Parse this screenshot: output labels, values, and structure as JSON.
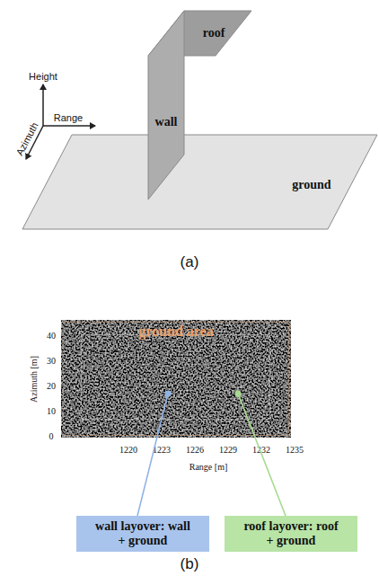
{
  "diagram": {
    "nodes": [
      {
        "text": [
          "roof"
        ]
      },
      {
        "text": [
          "wall"
        ]
      },
      {
        "text": [
          "ground"
        ]
      },
      {
        "text": [
          "ground area"
        ]
      },
      {
        "text": [
          "wall layover: wall + ground"
        ]
      },
      {
        "text": [
          "roof layover: roof + ground"
        ]
      }
    ],
    "edges": [
      {
        "from": 3,
        "to": 4,
        "arrow": "none"
      },
      {
        "from": 3,
        "to": 5,
        "arrow": "none"
      }
    ],
    "labels": [
      "Height",
      "Range",
      "Azimuth",
      "(a)",
      "40",
      "30",
      "20",
      "10",
      "0",
      "Azimuth [m]",
      "1220",
      "1223",
      "1226",
      "1229",
      "1232",
      "1235",
      "Range [m]",
      "(b)"
    ]
  }
}
